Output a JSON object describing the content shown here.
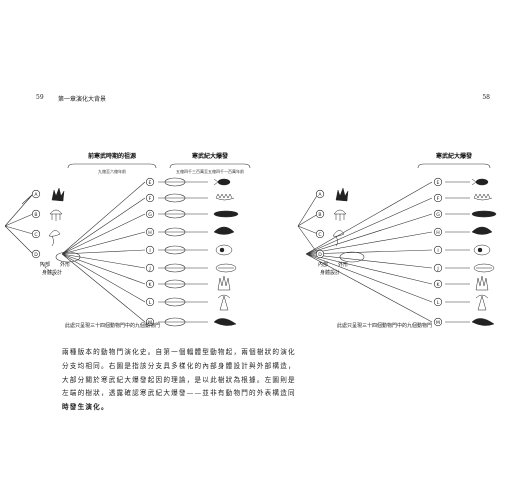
{
  "header": {
    "page_left": "59",
    "chapter": "第一章",
    "chapter_title": "演化大背景",
    "page_right": "58"
  },
  "diagram": {
    "heading_precambrian": "前寒武時期的祖源",
    "heading_cambrian": "寒武紀大爆發",
    "sub_precambrian": "九億至六億年前",
    "sub_cambrian": "五億四千三百萬至五億四千一百萬年前",
    "left_nodes": [
      "A",
      "B",
      "C",
      "D"
    ],
    "right_nodes": [
      "E",
      "F",
      "G",
      "H",
      "I",
      "J",
      "K",
      "L",
      "M"
    ],
    "label_internal": "內部",
    "label_external": "外形",
    "label_body_design": "身體設計",
    "caption": "此處只呈現三十四個動物門中的九個動物門"
  },
  "paragraph": {
    "lines": [
      "兩種版本的動物門演化史。自第一個輻體型動物起，兩個樹狀的演化",
      "分支均相同。右圖是指該分支具多樣化的內部身體設計與外部構造，",
      "大部分關於寒武紀大爆發起因的理論，是以此樹狀為根據。左圖則是",
      "左端的樹狀，透露確認寒武紀大爆發——並非有動物門的外表構造同"
    ],
    "last_line": "時發生演化。"
  }
}
